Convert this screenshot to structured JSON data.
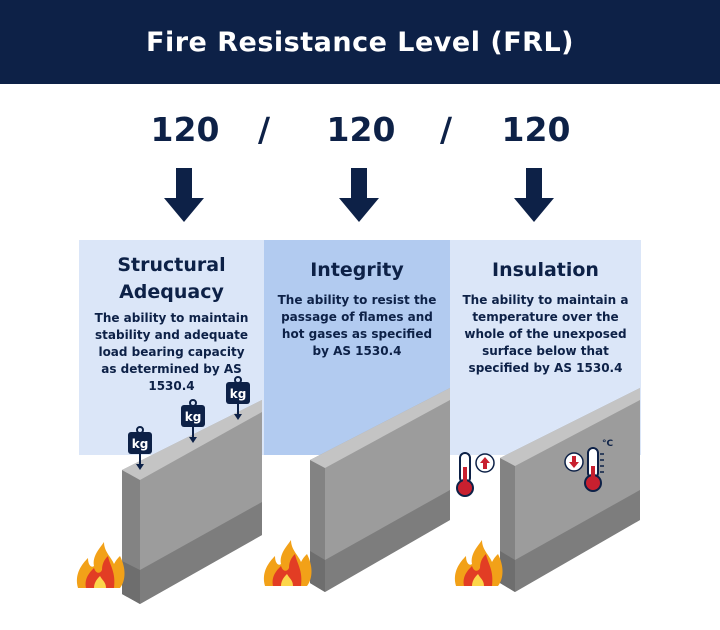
{
  "header": {
    "title": "Fire Resistance Level (FRL)"
  },
  "rating": {
    "values": [
      "120",
      "120",
      "120"
    ],
    "separator": "/"
  },
  "criteria": [
    {
      "title": "Structural Adequacy",
      "description": "The ability to maintain stability and adequate load bearing capacity as determined by AS 1530.4",
      "load_label": "kg"
    },
    {
      "title": "Integrity",
      "description": "The ability to resist the passage of flames and hot gases as specified by AS 1530.4"
    },
    {
      "title": "Insulation",
      "description": "The ability to maintain a temperature over the whole of the unexposed surface below that specified by AS 1530.4",
      "unit_label": "°C"
    }
  ],
  "colors": {
    "navy": "#0d2147",
    "panel_light": "#dbe6f8",
    "panel_mid": "#b2cbf0",
    "wall_front": "#9c9c9c",
    "wall_top": "#c4c4c4",
    "wall_side": "#838383",
    "flame_outer": "#f2a118",
    "flame_inner": "#e23d24",
    "thermo_red": "#c8202f"
  },
  "icons": [
    "down-arrow-icon",
    "weight-icon",
    "flame-icon",
    "thermometer-icon",
    "arrow-up-icon",
    "arrow-down-icon"
  ]
}
